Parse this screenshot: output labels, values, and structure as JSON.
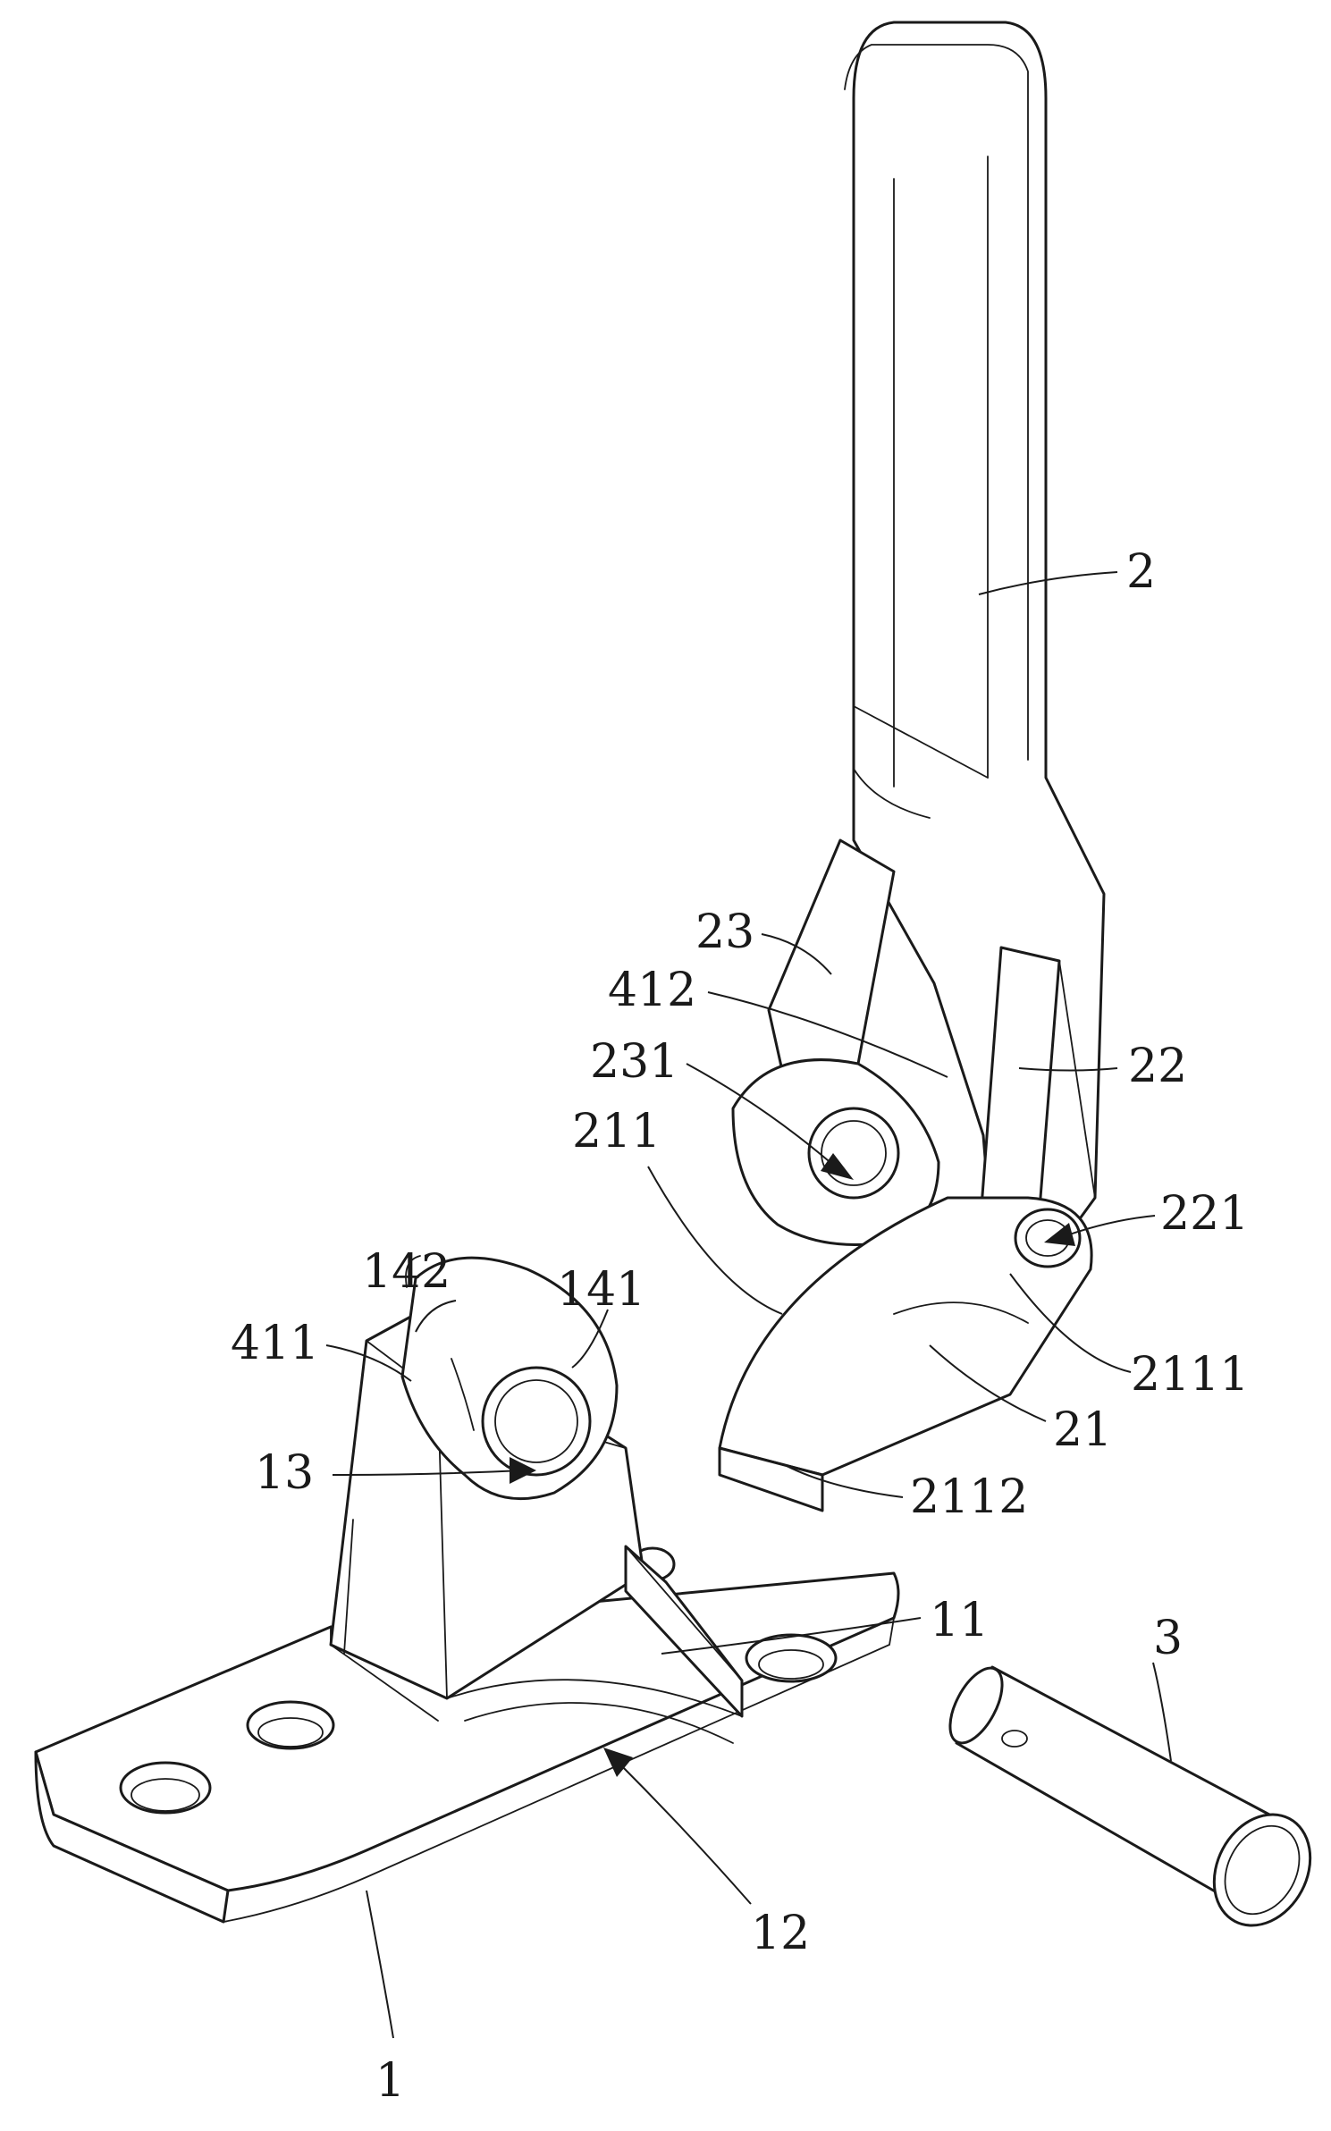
{
  "figure": {
    "reference_numerals": {
      "lever": "2",
      "handle_base_section": "23",
      "contact_412": "412",
      "side_plate": "22",
      "pivot_bore_231": "231",
      "cam_211": "211",
      "hole_221": "221",
      "cam_contact_2111": "2111",
      "cam_body": "21",
      "cam_tip": "2112",
      "contact_142": "142",
      "contact_141": "141",
      "contact_411": "411",
      "pivot_bore_13": "13",
      "rib": "11",
      "groove": "12",
      "base_plate": "1",
      "pin": "3"
    }
  }
}
